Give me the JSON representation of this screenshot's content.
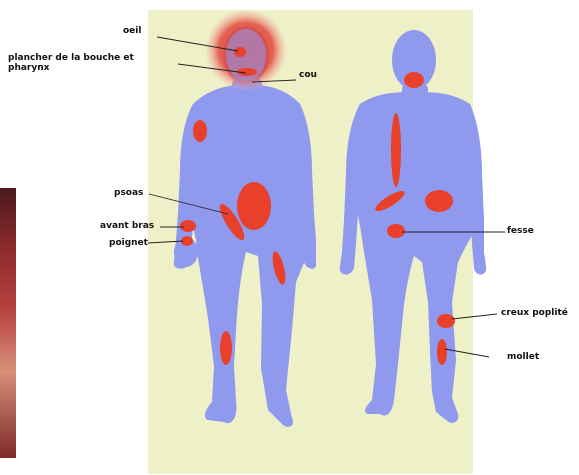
{
  "labels": {
    "oeil": "oeil",
    "plancher_line1": "plancher de la bouche et",
    "plancher_line2": "pharynx",
    "cou": "cou",
    "psoas": "psoas",
    "avant_bras": "avant bras",
    "poignet": "poignet",
    "fesse": "fesse",
    "creux_poplite": "creux poplité",
    "mollet": "mollet"
  },
  "colors": {
    "body": "#8f99ee",
    "body_shadow": "#7f88d8",
    "lesion": "#e8402b",
    "halo": "#e3473a",
    "panel_background": "#eef0c8",
    "leader_line": "#222222"
  }
}
